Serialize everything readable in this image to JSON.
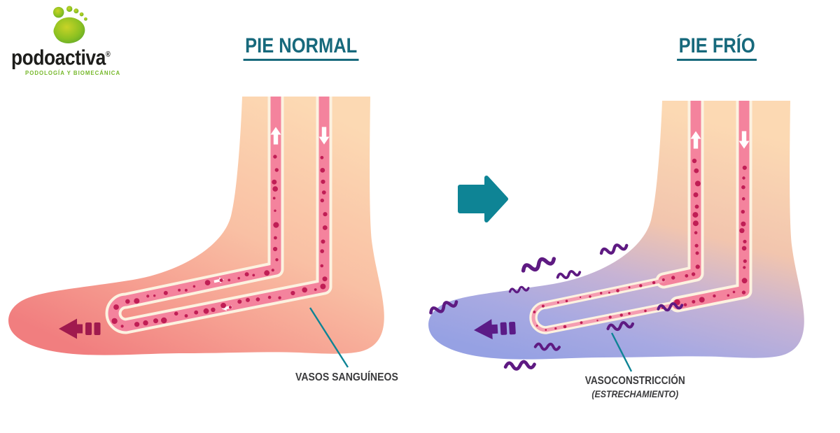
{
  "logo": {
    "brand": "podoactiva",
    "registered": "®",
    "tagline": "PODOLOGÍA Y BIOMECÁNICA"
  },
  "titles": {
    "left": "PIE NORMAL",
    "right": "PIE FRÍO"
  },
  "captions": {
    "vessels": "VASOS SANGUÍNEOS",
    "vasoconstriction": "VASOCONSTRICCIÓN",
    "narrowing": "(ESTRECHAMIENTO)"
  },
  "colors": {
    "teal": "#0e8495",
    "teal_title": "#17697c",
    "label_text": "#3b3b3d",
    "skin_top": "#fcd9b3",
    "skin_mid": "#f9c0a4",
    "skin_mid2": "#f6a192",
    "warm_toe": "#f17e7f",
    "cold_warm_mid": "#f2c5ae",
    "cold_mid": "#c7b3d4",
    "cold_mid2": "#a7a9e2",
    "cold_toe": "#96a1e3",
    "vessel_pink": "#f4839d",
    "vessel_pink_thin": "#f59db1",
    "vessel_outline": "#fcf2e0",
    "blood_dot": "#c01e55",
    "warm_arrow": "#a01a4e",
    "cold_arrow": "#5b1b87",
    "squiggle": "#5e1a82",
    "flow_white": "#ffffff",
    "logo_text": "#1d1d1b",
    "logo_green": "#76b82a",
    "logo_green_light": "#c9d327",
    "logo_green_dark": "#5aa52c"
  }
}
